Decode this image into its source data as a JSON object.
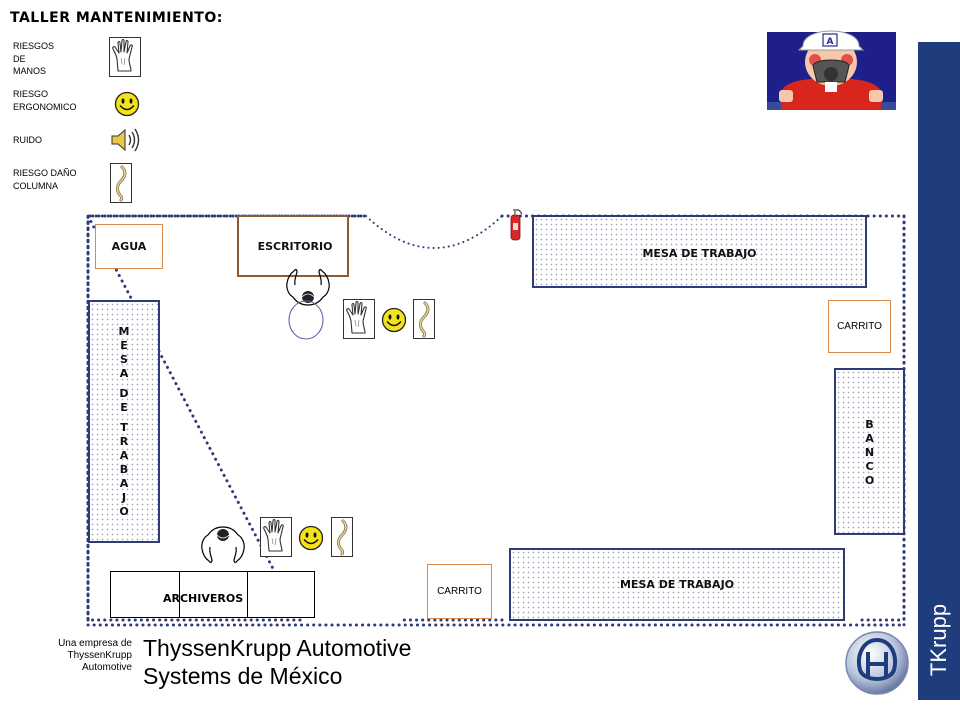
{
  "title": "TALLER MANTENIMIENTO:",
  "legend": [
    {
      "label_lines": [
        "RIESGOS",
        "DE",
        "MANOS"
      ],
      "icon": "glove-icon"
    },
    {
      "label_lines": [
        "RIESGO",
        "ERGONOMICO"
      ],
      "icon": "smiley-icon"
    },
    {
      "label_lines": [
        "RUIDO"
      ],
      "icon": "speaker-icon"
    },
    {
      "label_lines": [
        "RIESGO DAÑO",
        "COLUMNA"
      ],
      "icon": "spine-icon"
    }
  ],
  "areas": {
    "agua": "AGUA",
    "escritorio": "ESCRITORIO",
    "mesa_top": "MESA DE TRABAJO",
    "mesa_bottom": "MESA DE TRABAJO",
    "mesa_left_letters": [
      "M",
      "E",
      "S",
      "A",
      "",
      "D",
      "E",
      "",
      "T",
      "R",
      "A",
      "B",
      "A",
      "J",
      "O"
    ],
    "banco_letters": [
      "B",
      "A",
      "N",
      "C",
      "O"
    ],
    "carrito_right": "CARRITO",
    "carrito_bottom": "CARRITO",
    "archiveros": "ARCHIVEROS"
  },
  "footer": {
    "small_lines": [
      "Una empresa de",
      "ThyssenKrupp",
      "Automotive"
    ],
    "company_line1": "ThyssenKrupp Automotive",
    "company_line2": "Systems de México"
  },
  "sidebar_text": "TKrupp",
  "colors": {
    "navy_border": "#2f3b78",
    "sidebar": "#1f3d7c",
    "dotted": "#2f3b78",
    "accent_orange": "#d9894a",
    "smiley": "#f5e31a"
  }
}
